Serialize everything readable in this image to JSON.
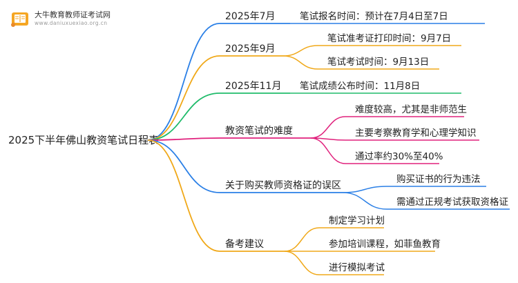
{
  "brand": {
    "name": "大牛教育教师证考试网",
    "url": "www.daniuxuexiao.org.cn"
  },
  "root": {
    "label": "2025下半年佛山教资笔试日程表"
  },
  "branches": [
    {
      "label": "2025年7月",
      "color": "#2a7fe6",
      "children": [
        {
          "label": "笔试报名时间：预计在7月4日至7日"
        }
      ]
    },
    {
      "label": "2025年9月",
      "color": "#f0a818",
      "children": [
        {
          "label": "笔试准考证打印时间：9月7日"
        },
        {
          "label": "笔试考试时间：9月13日"
        }
      ]
    },
    {
      "label": "2025年11月",
      "color": "#1fbb6a",
      "children": [
        {
          "label": "笔试成绩公布时间：11月8日"
        }
      ]
    },
    {
      "label": "教资笔试的难度",
      "color": "#e0207c",
      "children": [
        {
          "label": "难度较高，尤其是非师范生"
        },
        {
          "label": "主要考察教育学和心理学知识"
        },
        {
          "label": "通过率约30%至40%"
        }
      ]
    },
    {
      "label": "关于购买教师资格证的误区",
      "color": "#2a7fe6",
      "children": [
        {
          "label": "购买证书的行为违法"
        },
        {
          "label": "需通过正规考试获取资格证"
        }
      ]
    },
    {
      "label": "备考建议",
      "color": "#f0a818",
      "children": [
        {
          "label": "制定学习计划"
        },
        {
          "label": "参加培训课程，如菲鱼教育"
        },
        {
          "label": "进行模拟考试"
        }
      ]
    }
  ]
}
